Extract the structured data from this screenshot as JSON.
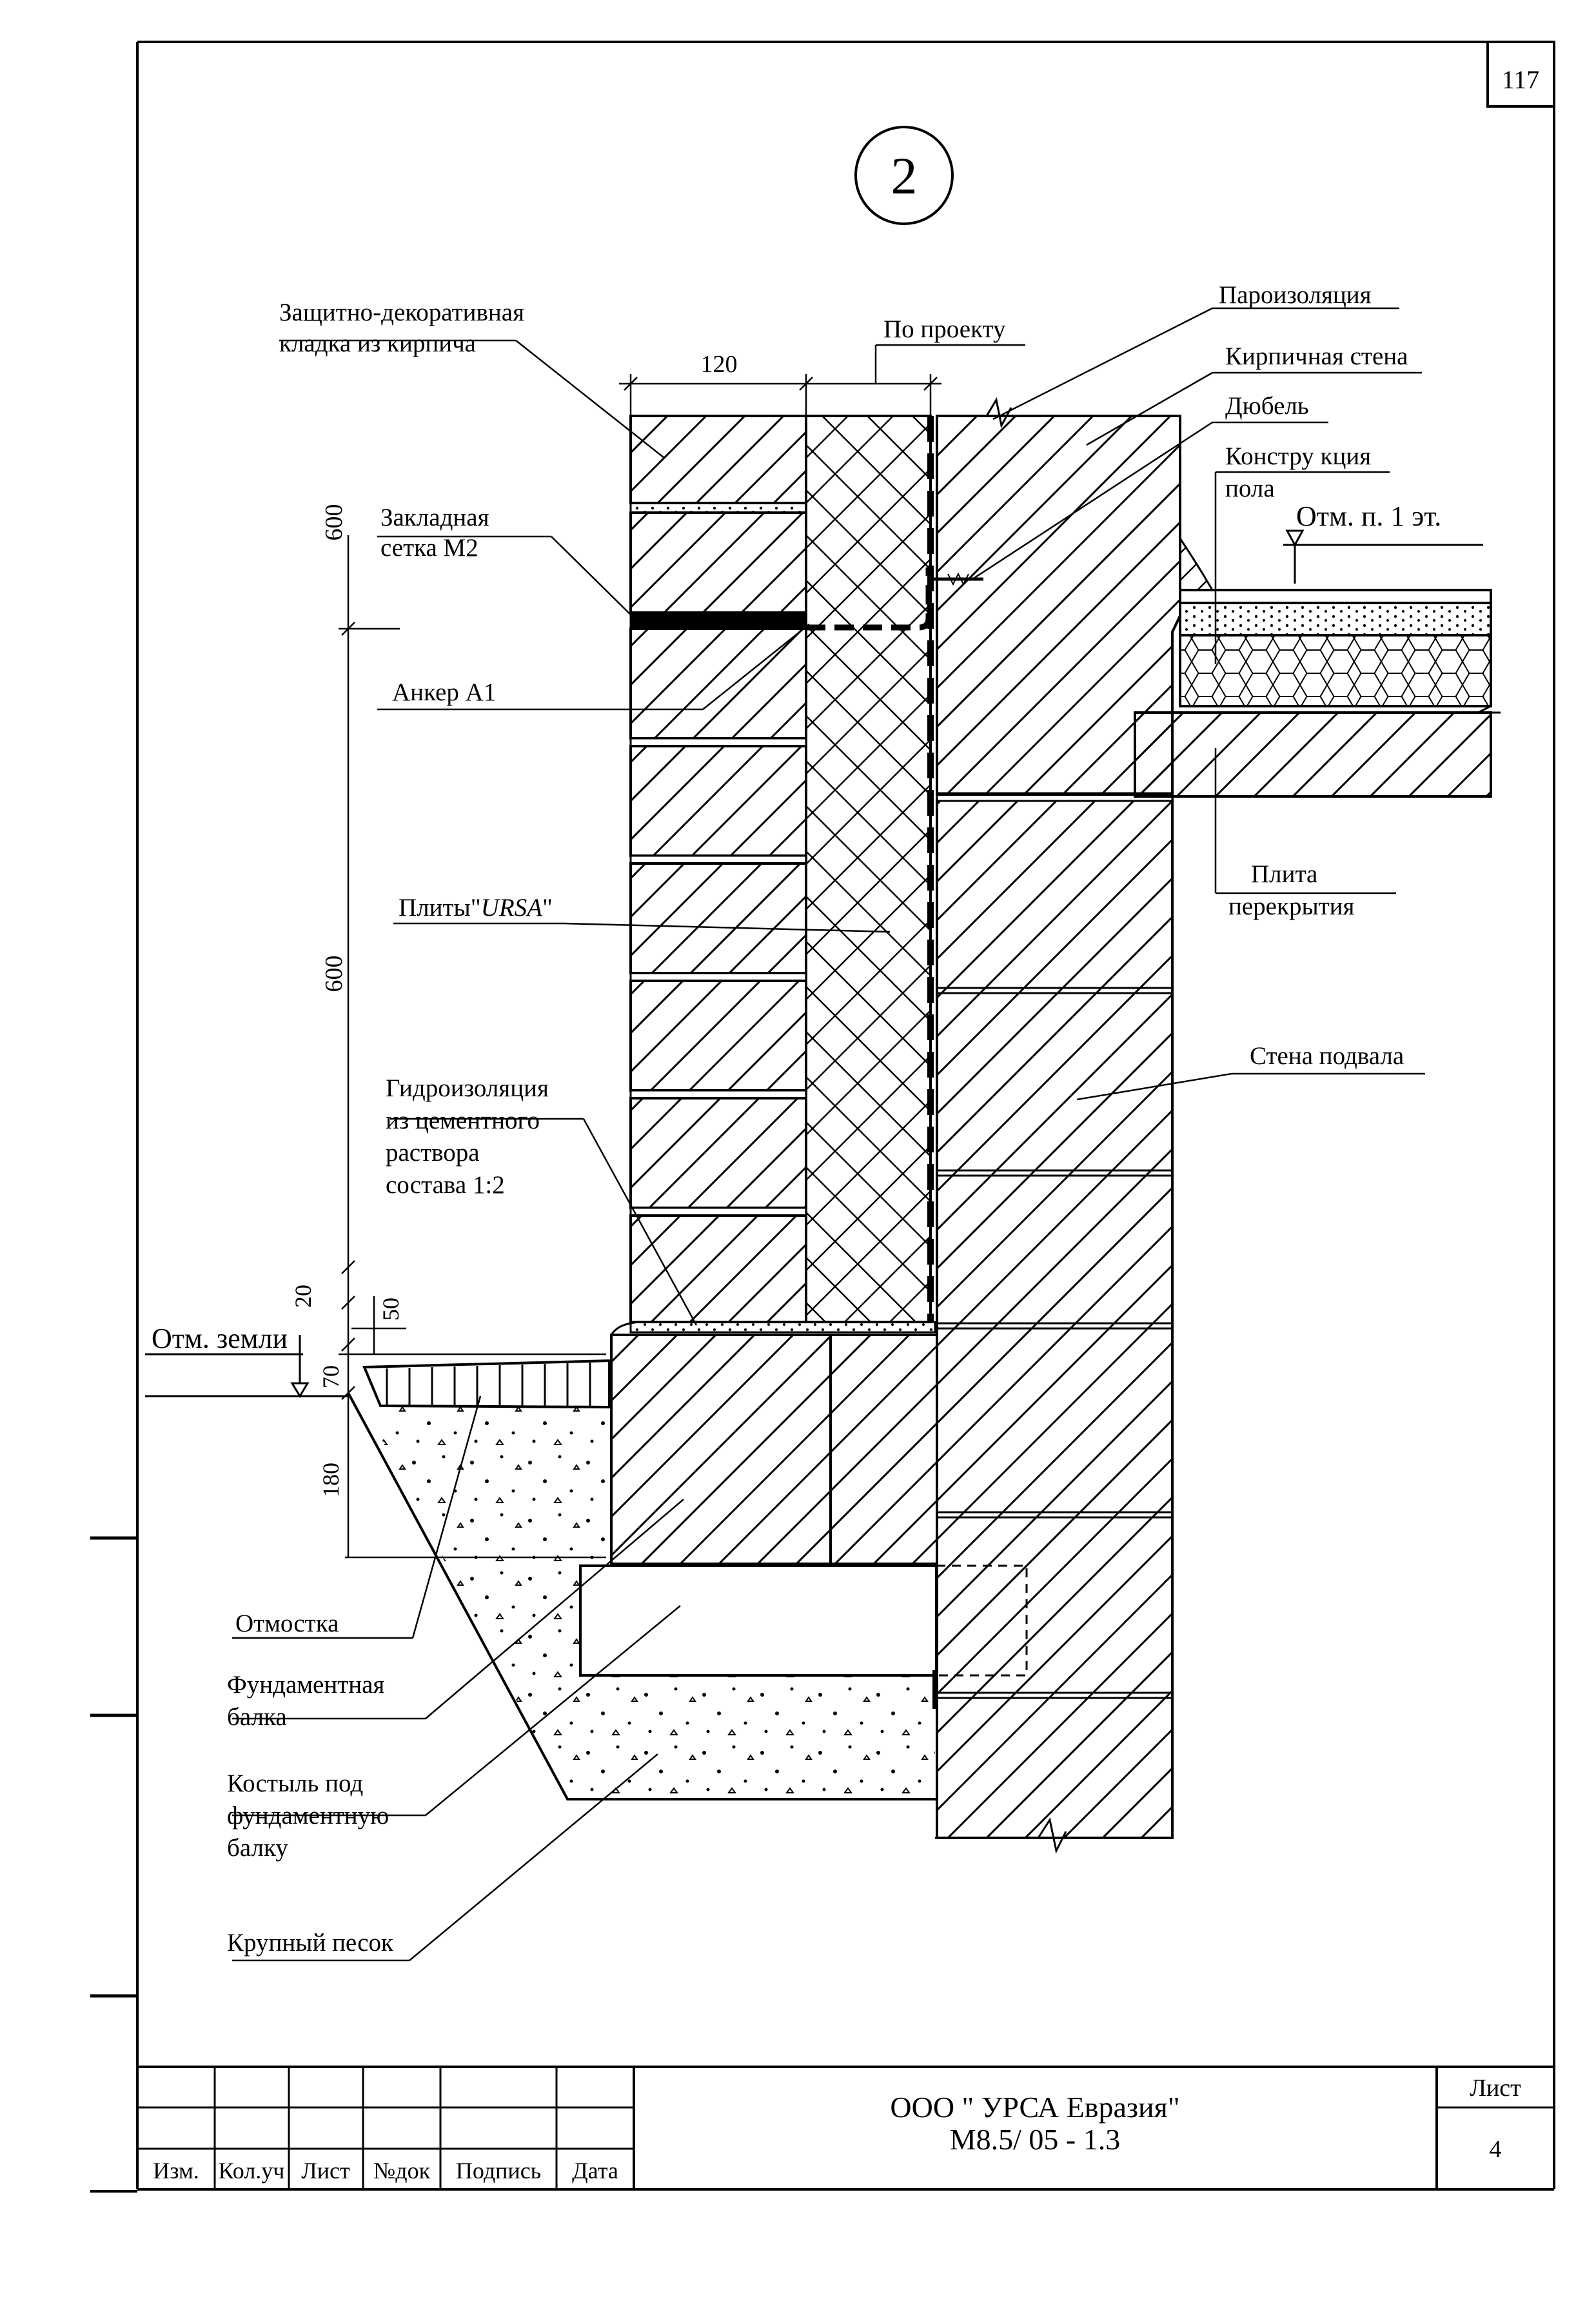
{
  "sheet": {
    "number": "117",
    "detail": "2"
  },
  "labels": {
    "facing_l1": "Защитно-декоративная",
    "facing_l2": "кладка из кирпича",
    "by_project": "По проекту",
    "vapor": "Пароизоляция",
    "brick_wall": "Кирпичная стена",
    "dowel": "Дюбель",
    "floor_l1": "Констру кция",
    "floor_l2": "пола",
    "floor_level": "Отм. п. 1 эт.",
    "mesh_l1": "Закладная",
    "mesh_l2": "сетка М2",
    "anchor": "Анкер А1",
    "slab_l1": "Плита",
    "slab_l2": "перекрытия",
    "ursa_pre": "Плиты\"",
    "ursa_name": "URSA",
    "ursa_post": "\"",
    "basement_wall": "Стена подвала",
    "hydro_l1": "Гидроизоляция",
    "hydro_l2": "из цементного",
    "hydro_l3": "раствора",
    "hydro_l4": "состава 1:2",
    "ground": "Отм. земли",
    "blind_area": "Отмостка",
    "beam_l1": "Фундаментная",
    "beam_l2": "балка",
    "crutch_l1": "Костыль под",
    "crutch_l2": "фундаментную",
    "crutch_l3": "балку",
    "sand": "Крупный песок"
  },
  "dimensions": {
    "d120": "120",
    "d600a": "600",
    "d600b": "600",
    "d20": "20",
    "d50": "50",
    "d70": "70",
    "d180": "180"
  },
  "title_block": {
    "cols": [
      "Изм.",
      "Кол.уч",
      "Лист",
      "№док",
      "Подпись",
      "Дата"
    ],
    "company": "ООО \" УРСА Евразия\"",
    "code": "М8.5/ 05 - 1.3",
    "sheet_label": "Лист",
    "sheet_no": "4"
  }
}
